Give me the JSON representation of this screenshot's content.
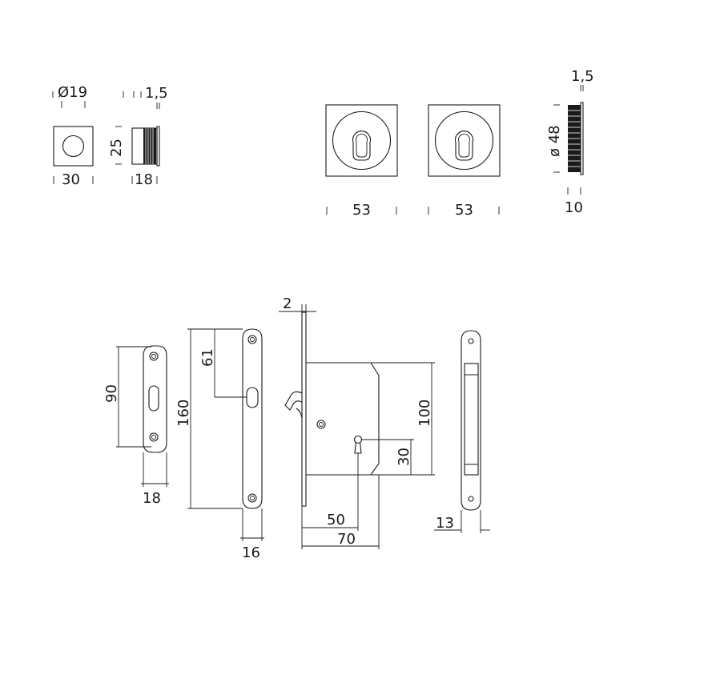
{
  "dimensions": {
    "knob_diameter": "Ø19",
    "knob_plate_width": "30",
    "knob_height": "25",
    "knob_depth": "18",
    "knob_flange": "1,5",
    "rosette_width_left": "53",
    "rosette_width_right": "53",
    "rosette_diameter": "ø 48",
    "rosette_depth": "10",
    "rosette_flange": "1,5",
    "strike_hole_spacing": "90",
    "strike_width": "18",
    "faceplate_length": "160",
    "faceplate_slot_offset": "61",
    "faceplate_width": "16",
    "lock_plate_thickness": "2",
    "lock_body_height": "100",
    "lock_keyhole_height": "30",
    "lock_backset": "50",
    "lock_body_depth": "70",
    "side_plate_width": "13"
  }
}
